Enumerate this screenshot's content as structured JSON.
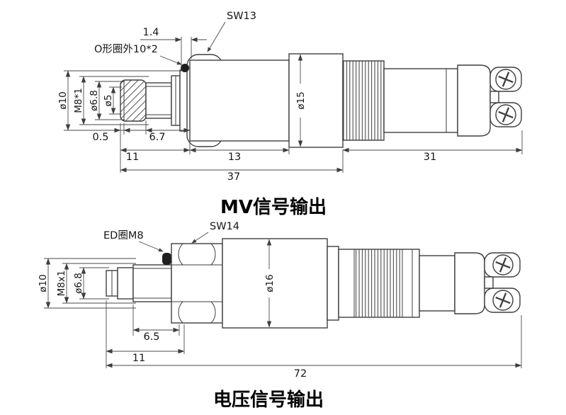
{
  "drawing": {
    "background": "#ffffff",
    "line_color": "#3e3e3e"
  },
  "mv_output": {
    "title": "MV信号输出",
    "callouts": {
      "groove_width": "1.4",
      "wrench_size": "SW13",
      "o_ring": "O形圈外10*2"
    },
    "diameters": {
      "outer": "ø10",
      "thread": "M8*1",
      "mid": "ø6.8",
      "tip": "ø5",
      "body": "ø15"
    },
    "lengths": {
      "tip_step": "0.5",
      "thread_length": "6.7",
      "front_section": "11",
      "body_section": "13",
      "sensor_total": "37",
      "connector": "31"
    }
  },
  "voltage_output": {
    "title": "电压信号输出",
    "callouts": {
      "seal_ring": "ED圈M8",
      "wrench_size": "SW14"
    },
    "diameters": {
      "outer": "ø10",
      "thread": "M8x1",
      "mid": "ø6.8",
      "body": "ø16"
    },
    "lengths": {
      "thread_length": "6.5",
      "front_section": "11",
      "total": "72"
    }
  }
}
